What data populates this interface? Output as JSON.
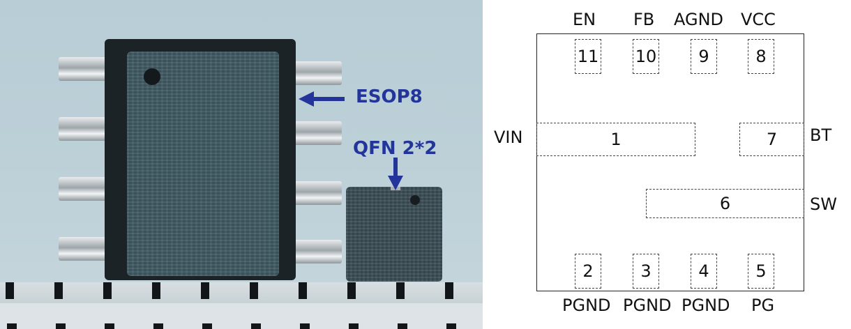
{
  "photo": {
    "esop_label": "ESOP8",
    "qfn_label": "QFN 2*2",
    "colors": {
      "annotation": "#23359a",
      "background": "#bdd0d8",
      "package": "#1b2327"
    }
  },
  "pinout": {
    "top_labels": [
      "EN",
      "FB",
      "AGND",
      "VCC"
    ],
    "top_pins": [
      "11",
      "10",
      "9",
      "8"
    ],
    "left_label": "VIN",
    "right_labels": [
      "BT",
      "SW"
    ],
    "center_pins": {
      "vin": "1",
      "bt": "7",
      "sw": "6"
    },
    "bottom_pins": [
      "2",
      "3",
      "4",
      "5"
    ],
    "bottom_labels": [
      "PGND",
      "PGND",
      "PGND",
      "PG"
    ]
  }
}
